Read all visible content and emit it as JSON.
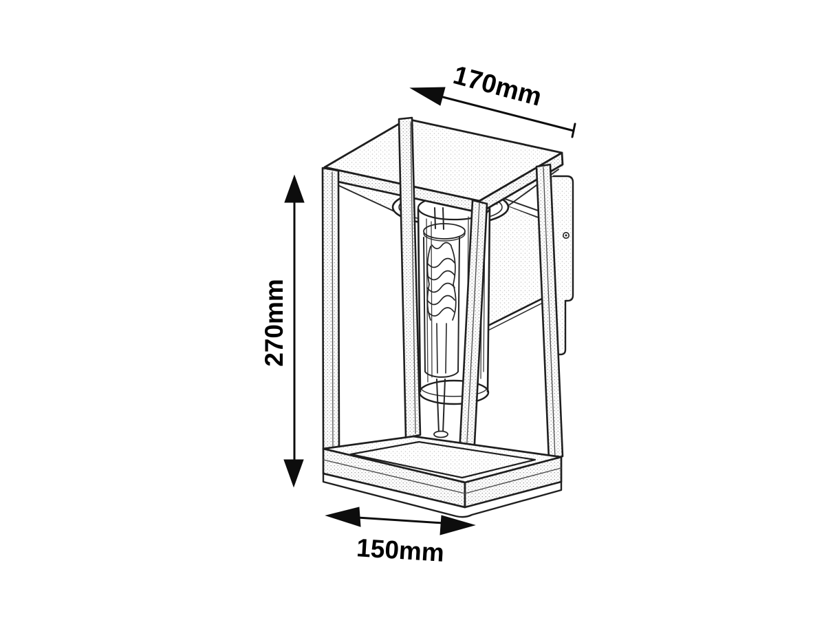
{
  "diagram": {
    "subject": "wall-mounted box lantern light fixture - technical line drawing",
    "colors": {
      "background": "#ffffff",
      "line": "#1f1f1f",
      "text": "#000000"
    },
    "dimensions": {
      "width": {
        "label": "170mm",
        "value": 170,
        "unit": "mm"
      },
      "height": {
        "label": "270mm",
        "value": 270,
        "unit": "mm"
      },
      "depth": {
        "label": "150mm",
        "value": 150,
        "unit": "mm"
      }
    }
  }
}
